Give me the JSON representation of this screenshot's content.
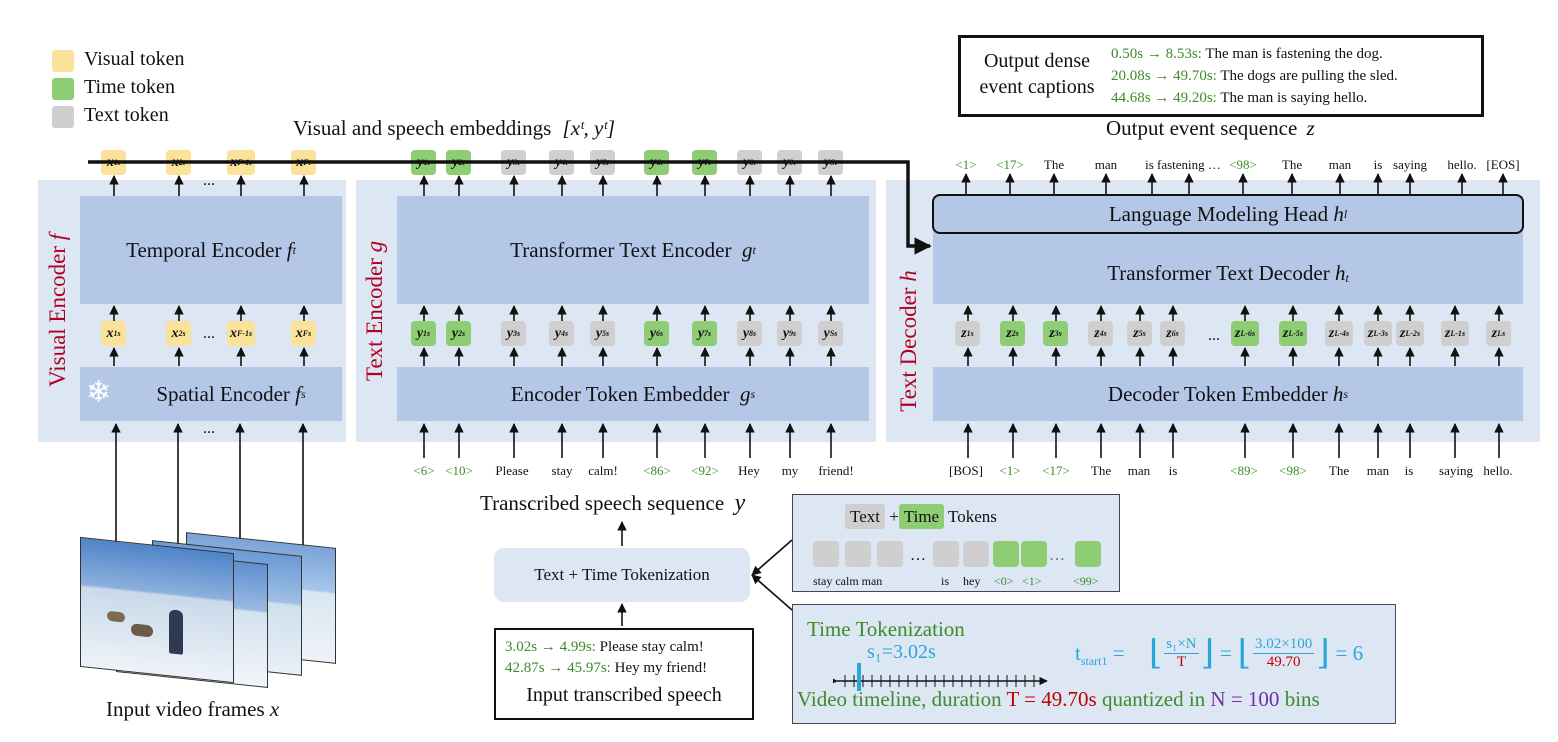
{
  "legend": [
    {
      "label": "Visual token",
      "color": "#fbe29a"
    },
    {
      "label": "Time token",
      "color": "#8fcd75"
    },
    {
      "label": "Text token",
      "color": "#cfcfcf"
    }
  ],
  "embeddings_label": "Visual and speech embeddings",
  "embeddings_math": "[xᵗ, yᵗ]",
  "output_sequence_label": "Output event sequence",
  "output_sequence_var": "z",
  "captions_box": {
    "title_line1": "Output dense",
    "title_line2": "event captions",
    "rows": [
      {
        "start": "0.50s",
        "end": "8.53s:",
        "text": "The man is fastening the dog."
      },
      {
        "start": "20.08s",
        "end": "49.70s:",
        "text": "The dogs are pulling the sled."
      },
      {
        "start": "44.68s",
        "end": "49.20s:",
        "text": "The man is saying hello."
      }
    ]
  },
  "visual_encoder": {
    "side_label": "Visual Encoder",
    "side_var": "f",
    "temporal": "Temporal Encoder",
    "temporal_var": "f",
    "temporal_sup": "t",
    "spatial": "Spatial Encoder",
    "spatial_var": "f",
    "spatial_sup": "s",
    "ellipsis": "...",
    "snowflake": "❄"
  },
  "text_encoder": {
    "side_label": "Text Encoder",
    "side_var": "g",
    "transformer": "Transformer Text Encoder",
    "transformer_var": "g",
    "transformer_sup": "t",
    "embedder": "Encoder Token Embedder",
    "embedder_var": "g",
    "embedder_sup": "s",
    "inputs": [
      "<6>",
      "<10>",
      "Please",
      "stay",
      "calm!",
      "<86>",
      "<92>",
      "Hey",
      "my",
      "friend!"
    ]
  },
  "text_decoder": {
    "side_label": "Text Decoder",
    "side_var": "h",
    "lm_head": "Language Modeling Head",
    "lm_var": "h",
    "lm_sup": "l",
    "transformer": "Transformer Text Decoder",
    "transformer_var": "h",
    "transformer_sup": "t",
    "embedder": "Decoder Token Embedder",
    "embedder_var": "h",
    "embedder_sup": "s",
    "outputs": [
      "<1>",
      "<17>",
      "The",
      "man",
      "is fastening …",
      "<98>",
      "The",
      "man",
      "is",
      "saying",
      "hello.",
      "[EOS]"
    ],
    "inputs": [
      "[BOS]",
      "<1>",
      "<17>",
      "The",
      "man",
      "is",
      "<89>",
      "<98>",
      "The",
      "man",
      "is",
      "saying",
      "hello."
    ],
    "ellipsis": "..."
  },
  "speech": {
    "sequence_label": "Transcribed speech sequence",
    "sequence_var": "y",
    "tokenization": "Text + Time Tokenization",
    "input_label": "Input transcribed speech",
    "rows": [
      {
        "start": "3.02s",
        "end": "4.99s:",
        "text": "Please stay calm!"
      },
      {
        "start": "42.87s",
        "end": "45.97s:",
        "text": "Hey my friend!"
      }
    ]
  },
  "video": {
    "label": "Input video frames",
    "var": "x"
  },
  "tokens_box": {
    "text_chip": "Text",
    "plus": "+",
    "time_chip": "Time",
    "suffix": "Tokens",
    "labels": [
      "stay calm man",
      "is",
      "hey",
      "<0>",
      "<1>",
      "<99>"
    ],
    "ellipsis": "…"
  },
  "time_tok": {
    "title": "Time Tokenization",
    "s1": "s₁=3.02s",
    "formula_lhs": "t",
    "formula_sub": "start1",
    "num1": "s₁×N",
    "den1": "T",
    "num2": "3.02×100",
    "den2": "49.70",
    "result": "= 6",
    "bottom_a": "Video timeline, duration",
    "bottom_T": "T = 49.70s",
    "bottom_b": "quantized in",
    "bottom_N": "N = 100",
    "bottom_c": "bins"
  }
}
